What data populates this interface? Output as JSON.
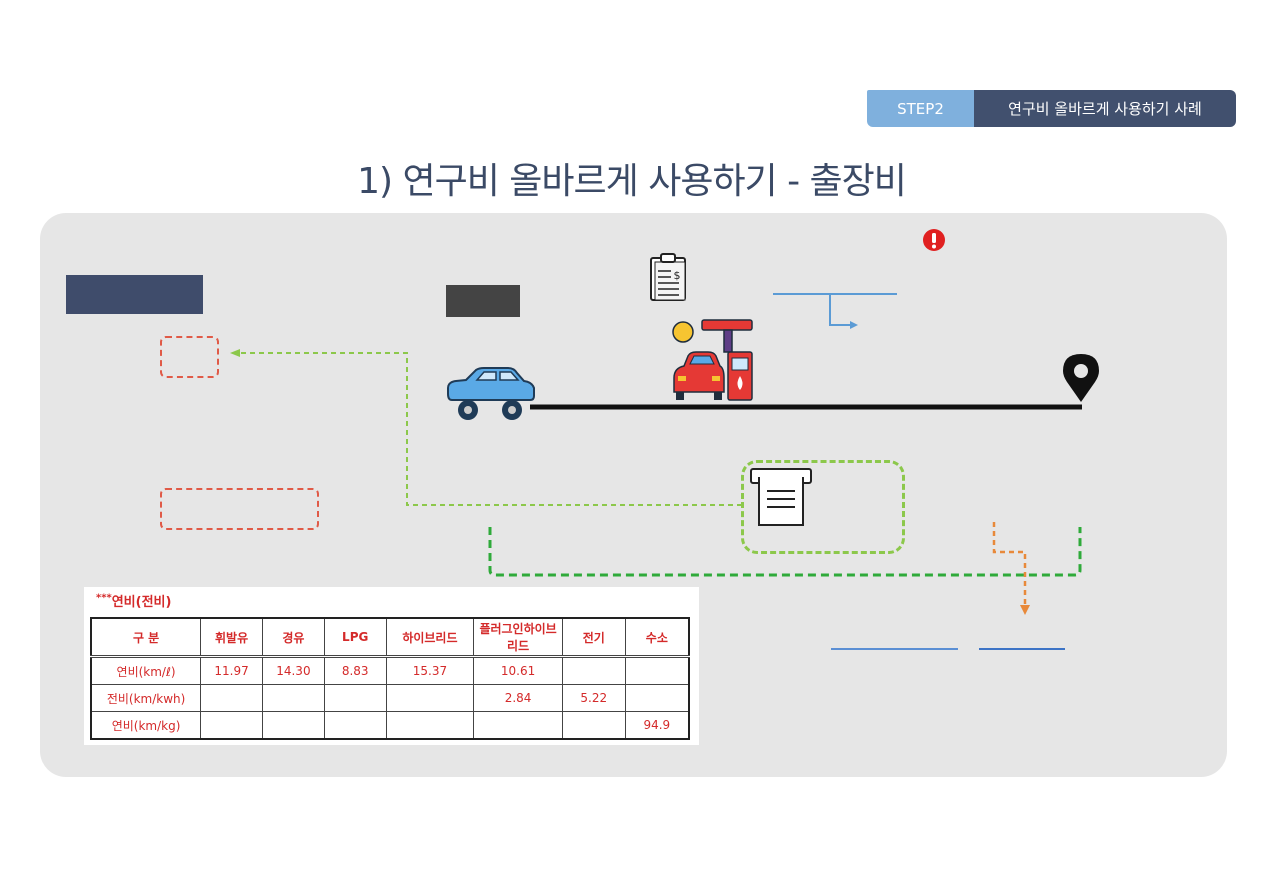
{
  "header": {
    "step_label": "STEP2",
    "step_title": "연구비 올바르게 사용하기 사례"
  },
  "page_title": "1) 연구비 올바르게 사용하기 - 출장비",
  "colors": {
    "panel_bg": "#e6e6e6",
    "navy": "#3f4c6b",
    "step_blue": "#7fb0dd",
    "route_black": "#111111",
    "dash_red": "#e05a47",
    "dash_light_green": "#8cc84b",
    "dash_green": "#2faa3a",
    "dash_orange": "#e8893a",
    "arrow_blue": "#5b9bd5",
    "alert_red": "#e02020",
    "table_text_red": "#d42a2a"
  },
  "icons": {
    "car": "car-icon",
    "fuel_station": "fuel-station-icon",
    "clipboard": "clipboard-dollar-icon",
    "destination": "map-pin-icon",
    "receipt": "receipt-icon",
    "alert": "alert-icon"
  },
  "fuel_table": {
    "caption_stars": "***",
    "caption": "연비(전비)",
    "headers": [
      "구  분",
      "휘발유",
      "경유",
      "LPG",
      "하이브리드",
      "플러그인하이브리드",
      "전기",
      "수소"
    ],
    "rows": [
      {
        "label": "연비(km/ℓ)",
        "cells": [
          "11.97",
          "14.30",
          "8.83",
          "15.37",
          "10.61",
          "",
          ""
        ]
      },
      {
        "label": "전비(km/kwh)",
        "cells": [
          "",
          "",
          "",
          "",
          "2.84",
          "5.22",
          ""
        ]
      },
      {
        "label": "연비(km/kg)",
        "cells": [
          "",
          "",
          "",
          "",
          "",
          "",
          "94.9"
        ]
      }
    ]
  }
}
